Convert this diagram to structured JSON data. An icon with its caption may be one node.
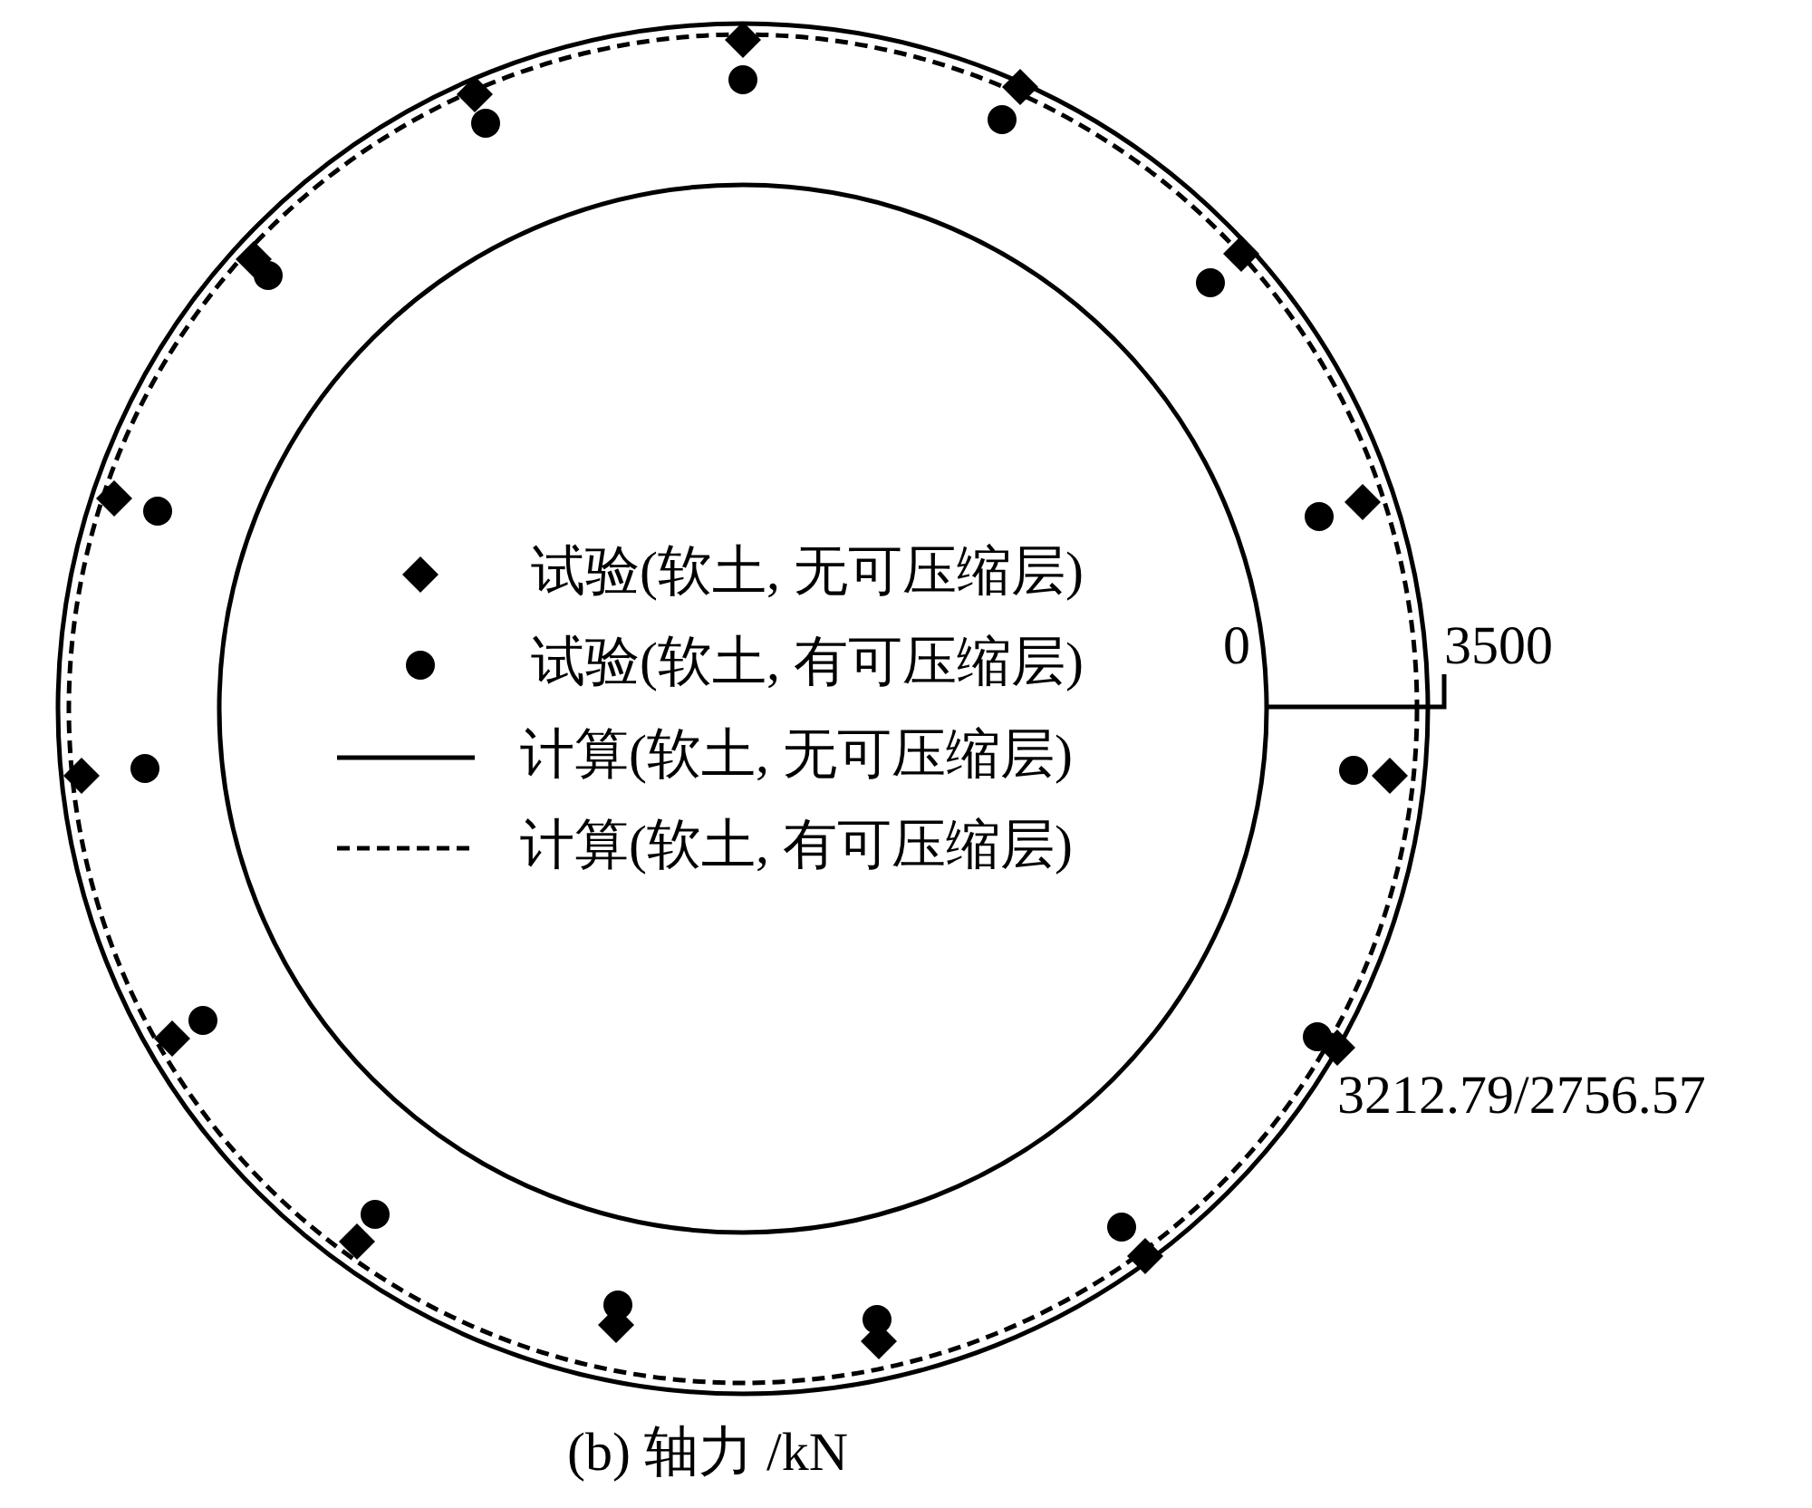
{
  "diagram": {
    "caption": "(b) 轴力 /kN",
    "labels": [
      "0",
      "3500",
      "3212.79/2756.57"
    ],
    "legend": [
      {
        "text": "试验(软土, 无可压缩层)"
      },
      {
        "text": "试验(软土, 有可压缩层)"
      },
      {
        "text": "计算(软土, 无可压缩层)"
      },
      {
        "text": "计算(软土, 有可压缩层)"
      }
    ]
  }
}
